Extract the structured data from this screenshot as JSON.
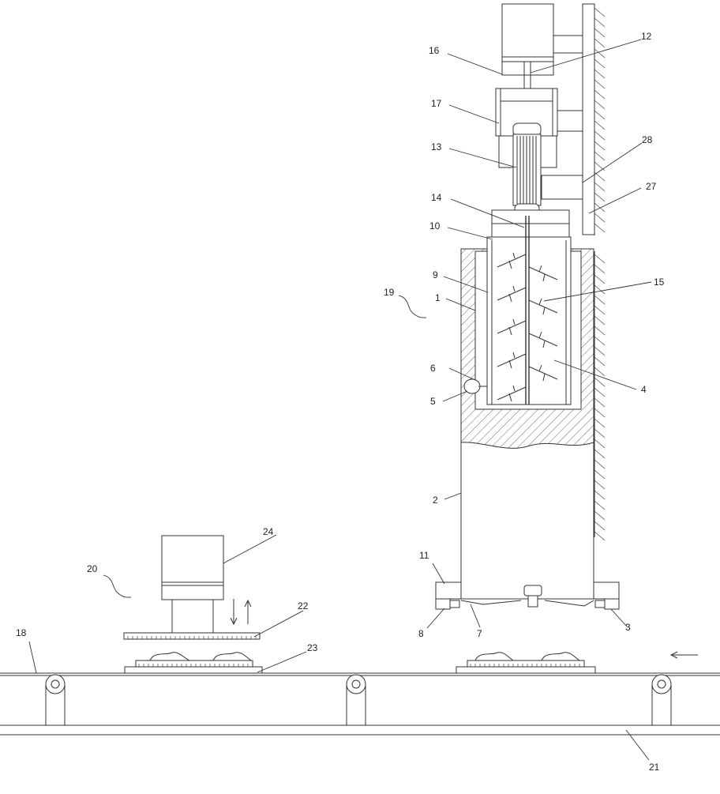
{
  "figure": {
    "labels": [
      {
        "id": "1",
        "text": "1"
      },
      {
        "id": "2",
        "text": "2"
      },
      {
        "id": "3",
        "text": "3"
      },
      {
        "id": "4",
        "text": "4"
      },
      {
        "id": "5",
        "text": "5"
      },
      {
        "id": "6",
        "text": "6"
      },
      {
        "id": "7",
        "text": "7"
      },
      {
        "id": "8",
        "text": "8"
      },
      {
        "id": "9",
        "text": "9"
      },
      {
        "id": "10",
        "text": "10"
      },
      {
        "id": "11",
        "text": "11"
      },
      {
        "id": "12",
        "text": "12"
      },
      {
        "id": "13",
        "text": "13"
      },
      {
        "id": "14",
        "text": "14"
      },
      {
        "id": "15",
        "text": "15"
      },
      {
        "id": "16",
        "text": "16"
      },
      {
        "id": "17",
        "text": "17"
      },
      {
        "id": "18",
        "text": "18"
      },
      {
        "id": "19",
        "text": "19"
      },
      {
        "id": "20",
        "text": "20"
      },
      {
        "id": "21",
        "text": "21"
      },
      {
        "id": "22",
        "text": "22"
      },
      {
        "id": "23",
        "text": "23"
      },
      {
        "id": "24",
        "text": "24"
      },
      {
        "id": "27",
        "text": "27"
      },
      {
        "id": "28",
        "text": "28"
      }
    ]
  }
}
